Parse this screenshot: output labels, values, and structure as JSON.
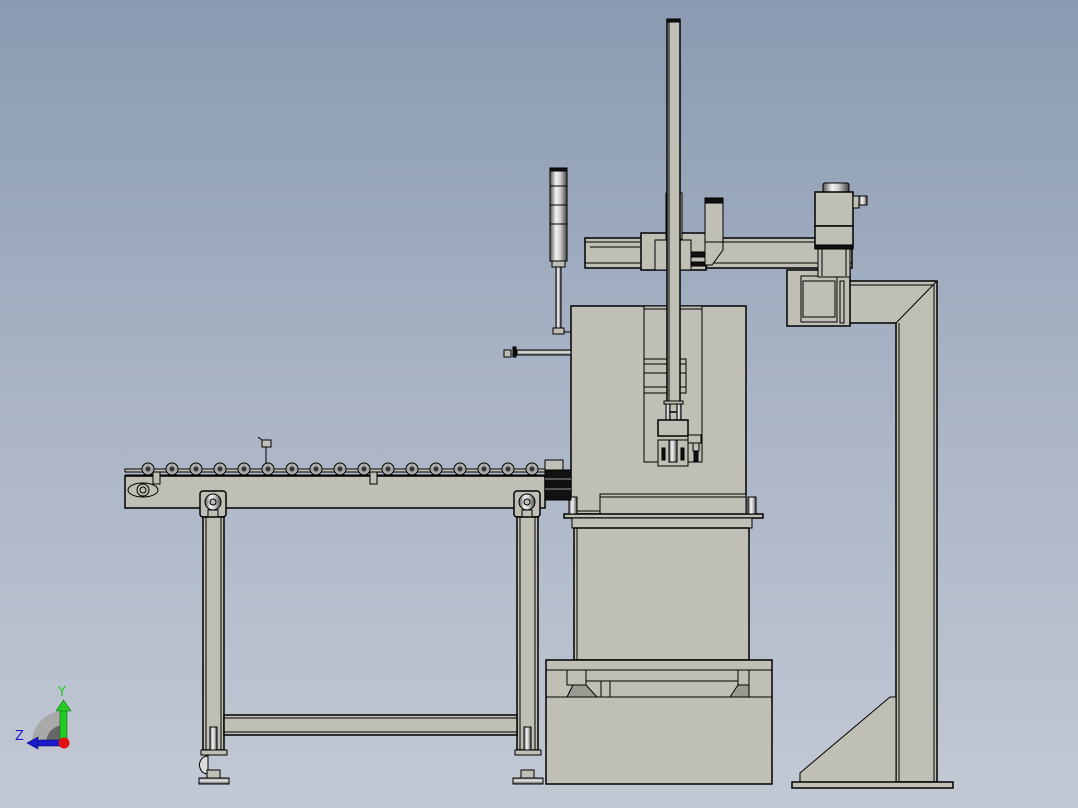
{
  "viewport": {
    "background_top": "#8a9ab0",
    "background_bottom": "#c3c9d4",
    "part_color": "#c0bfb6",
    "edge_color": "#000000"
  },
  "triad": {
    "y_label": "Y",
    "z_label": "Z",
    "y_color": "#22cc22",
    "z_color": "#1a1acc",
    "origin_color": "#e01010"
  },
  "model": {
    "components": [
      {
        "name": "roller-conveyor",
        "roller_count": 17
      },
      {
        "name": "conveyor-legs",
        "count": 2
      },
      {
        "name": "conveyor-drive-motor"
      },
      {
        "name": "signal-tower-light",
        "segments": 3
      },
      {
        "name": "gantry-vertical-axis"
      },
      {
        "name": "gantry-horizontal-axis"
      },
      {
        "name": "servo-motor"
      },
      {
        "name": "cabinet-housing"
      },
      {
        "name": "gripper-assembly"
      },
      {
        "name": "base-cabinet"
      },
      {
        "name": "l-support-column"
      },
      {
        "name": "position-sensor"
      }
    ]
  }
}
